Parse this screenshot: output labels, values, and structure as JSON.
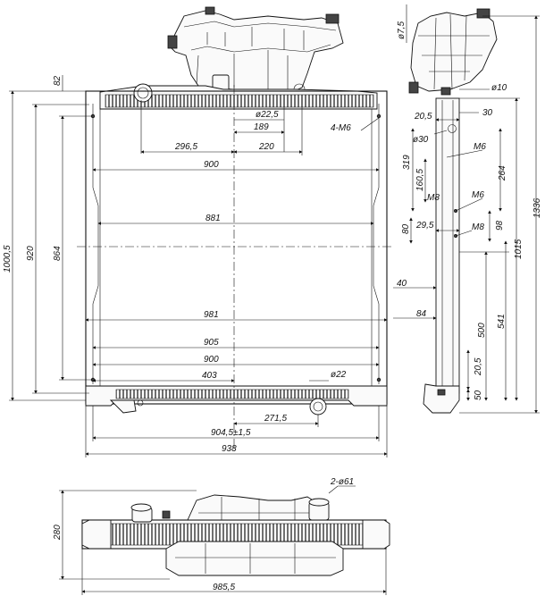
{
  "front_view": {
    "dims": {
      "d82": "82",
      "d1000_5": "1000,5",
      "d920": "920",
      "d864": "864",
      "phi22_5": "ø22,5",
      "d189": "189",
      "d296_5": "296,5",
      "d220": "220",
      "m6_4": "4-M6",
      "d900_top": "900",
      "d881": "881",
      "d981": "981",
      "d905": "905",
      "d900_bot": "900",
      "d403": "403",
      "phi22": "ø22",
      "d271_5": "271,5",
      "d904_5": "904,5±1,5",
      "d938": "938"
    }
  },
  "side_view": {
    "dims": {
      "phi7_5": "ø7,5",
      "phi10": "ø10",
      "d20_5_top": "20,5",
      "d30": "30",
      "phi30": "ø30",
      "d319": "319",
      "m6_a": "M6",
      "d160_5": "160,5",
      "m8_a": "M8",
      "d264": "264",
      "d1336": "1336",
      "m6_b": "M6",
      "d29_5": "29,5",
      "m8_b": "M8",
      "d80": "80",
      "d98": "98",
      "d1015": "1015",
      "d40": "40",
      "d84": "84",
      "d500": "500",
      "d541": "541",
      "d20_5_bot": "20,5",
      "d50": "50"
    }
  },
  "bottom_view": {
    "dims": {
      "phi61": "2-ø61",
      "d280": "280",
      "d985_5": "985,5"
    }
  }
}
